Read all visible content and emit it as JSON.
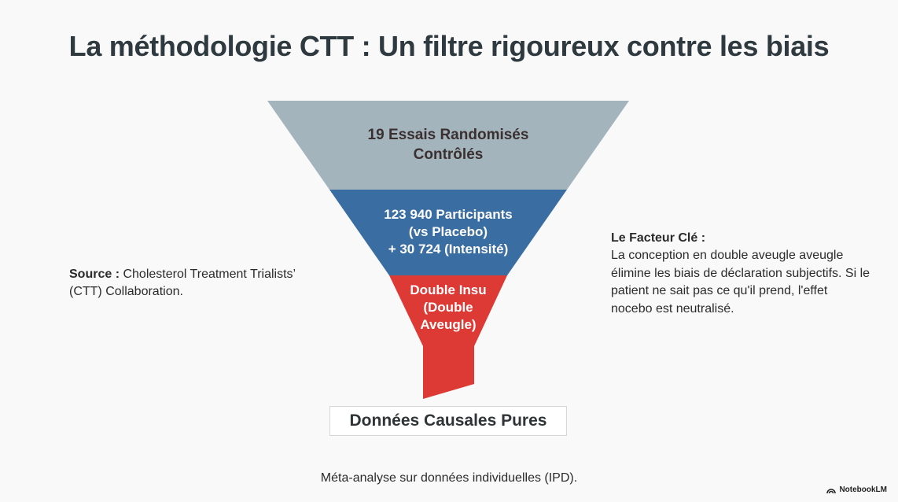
{
  "title": "La méthodologie CTT : Un filtre rigoureux contre les biais",
  "funnel": {
    "band1": [
      "19 Essais Randomisés",
      "Contrôlés"
    ],
    "band2": [
      "123 940 Participants",
      "(vs Placebo)",
      "+ 30 724 (Intensité)"
    ],
    "band3": [
      "Double Insu",
      "(Double",
      "Aveugle)"
    ],
    "output": "Données Causales Pures",
    "colors": {
      "band1": "#a4b4bd",
      "band2": "#3a6ea3",
      "band3": "#de3a35"
    }
  },
  "source": {
    "label": "Source :",
    "text": "Cholesterol Treatment Trialists’ (CTT) Collaboration."
  },
  "key_factor": {
    "label": "Le Facteur Clé :",
    "text": "La conception en double aveugle aveugle élimine les biais de déclaration subjectifs. Si le patient ne sait pas ce qu'il prend, l'effet nocebo est neutralisé."
  },
  "footer": "Méta-analyse sur données individuelles (IPD).",
  "brand": "NotebookLM"
}
